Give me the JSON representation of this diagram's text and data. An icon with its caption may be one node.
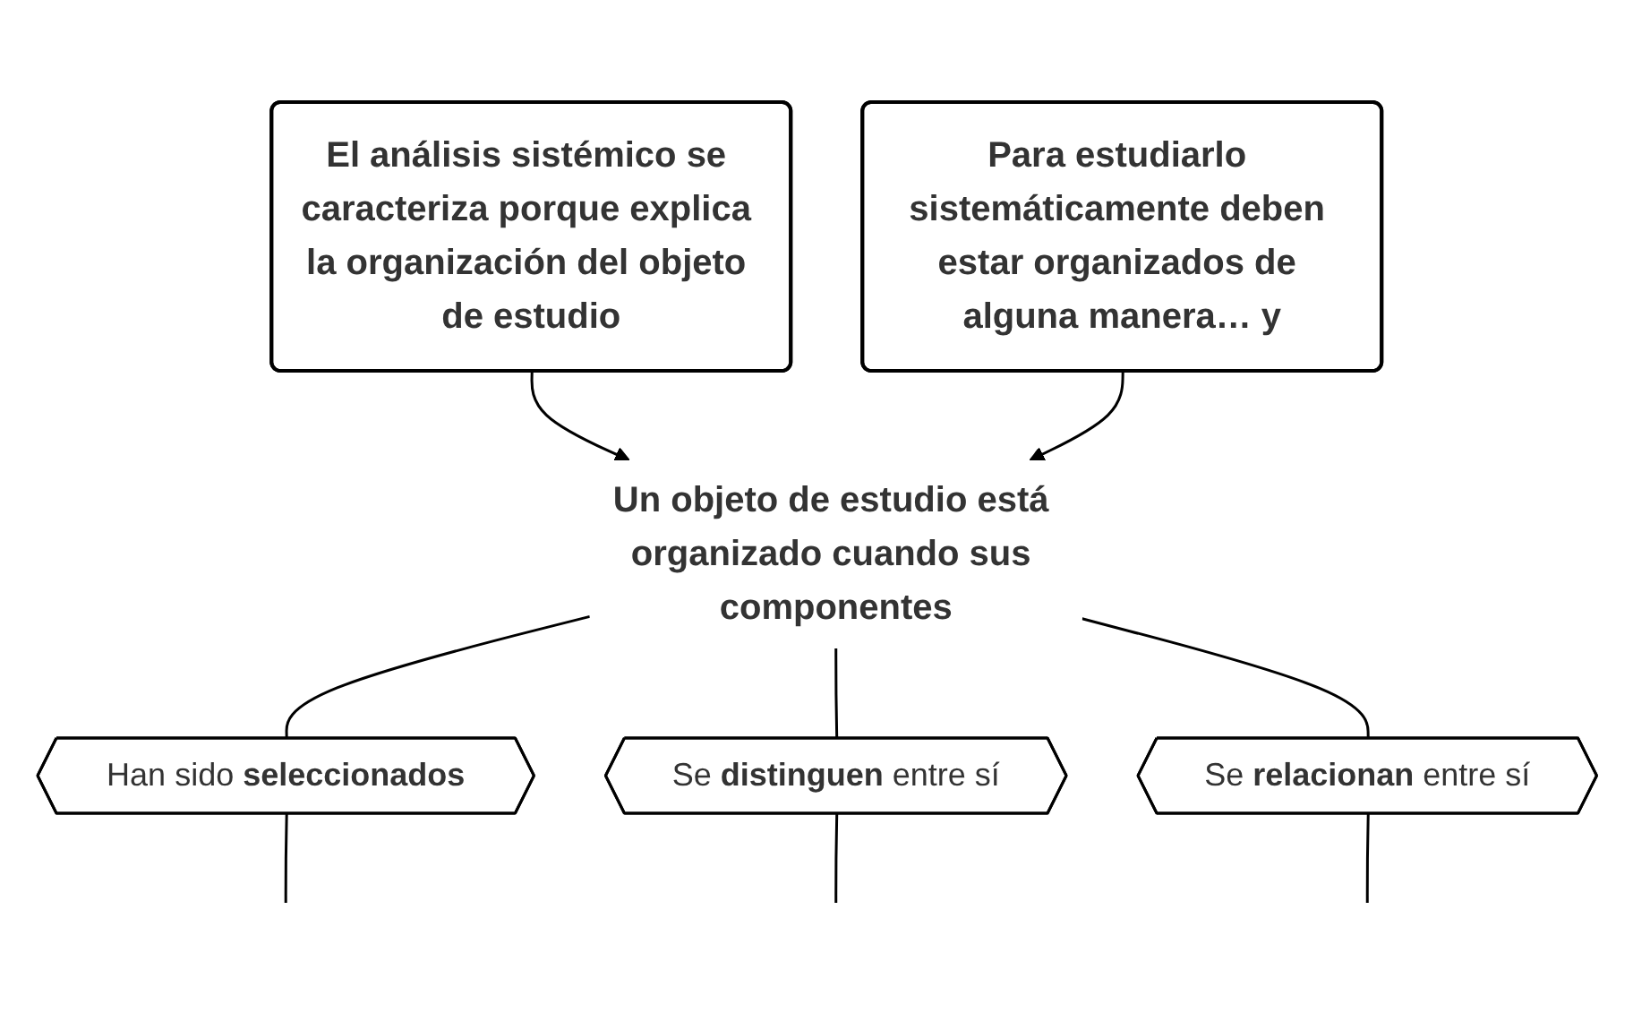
{
  "diagram": {
    "nodes": [
      {
        "text": [
          "El análisis sistémico se caracteriza porque explica la organización del objeto de estudio"
        ]
      },
      {
        "text": [
          "Para estudiarlo sistemáticamente deben estar organizados de alguna manera… y"
        ]
      },
      {
        "text": [
          "Un objeto de estudio está organizado cuando sus componentes"
        ]
      },
      {
        "text": [
          "Han sido **seleccionados**"
        ]
      },
      {
        "text": [
          "Se **distinguen** entre sí"
        ]
      },
      {
        "text": [
          "Se **relacionan** entre sí"
        ]
      }
    ],
    "edges": [
      {
        "from": 0,
        "to": 2,
        "arrow": "to"
      },
      {
        "from": 1,
        "to": 2,
        "arrow": "to"
      },
      {
        "from": 2,
        "to": 3,
        "arrow": "none"
      },
      {
        "from": 2,
        "to": 4,
        "arrow": "none"
      },
      {
        "from": 2,
        "to": 5,
        "arrow": "none"
      },
      {
        "from": 3,
        "to": null,
        "arrow": "none"
      },
      {
        "from": 4,
        "to": null,
        "arrow": "none"
      },
      {
        "from": 5,
        "to": null,
        "arrow": "none"
      }
    ]
  }
}
